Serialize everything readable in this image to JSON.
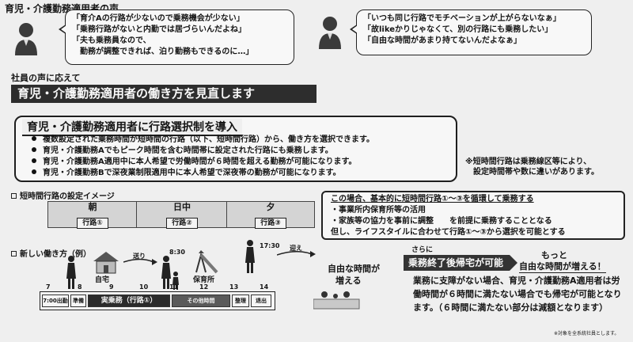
{
  "voices": {
    "title": "育児・介護勤務適用者の声",
    "left_bubble": [
      "「育介Aの行路が少ないので乗務機会が少ない」",
      "「乗務行路がないと内勤では居づらいんだよね」",
      "「夫も乗務員なので、",
      "　勤務が調整できれば、泊り勤務もできるのに…」"
    ],
    "right_bubble": [
      "「いつも同じ行路でモチベーションが上がらないなぁ」",
      "「故likeかりじゃなくて、別の行路にも乗務したい」",
      "「自由な時間があまり持てないんだよなぁ」"
    ]
  },
  "response": {
    "lead": "社員の声に応えて",
    "banner": "育児・介護勤務適用者の働き方を見直します"
  },
  "route_select": {
    "title": "育児・介護勤務適用者に行路選択制を導入",
    "bullets": [
      "複数設定された乗務時間が短時間の行路（以下、短時間行路）から、働き方を選択できます。",
      "育児・介護勤務Aでもピーク時間を含む時間帯に設定された行路にも乗務します。",
      "育児・介護勤務A適用中に本人希望で労働時間が６時間を超える勤務が可能になります。",
      "育児・介護勤務Bで深夜業制限適用中に本人希望で深夜帯の勤務が可能になります。"
    ],
    "side_note": [
      "※短時間行路は乗務線区等により、",
      "　設定時間帯や数に違いがあります。"
    ]
  },
  "short_route_image": {
    "title": "短時間行路の設定イメージ",
    "periods": [
      {
        "name": "朝",
        "route": "行路①"
      },
      {
        "name": "日中",
        "route": "行路②"
      },
      {
        "name": "夕",
        "route": "行路③"
      }
    ]
  },
  "info_box": [
    "この場合、基本的に短時間行路①～③を循環して乗務する",
    "・事業所内保育所等の活用",
    "・家族等の協力を事前に調整　　を前提に乗務することとなる",
    "但し、ライフスタイルに合わせて行路①～③から選択を可能とする"
  ],
  "new_workstyle": {
    "title": "新しい働き方（例）",
    "labels": {
      "home": "自宅",
      "nursery": "保育所",
      "send": "送り",
      "pickup": "迎え",
      "time1": "8:30",
      "time2": "17:30",
      "free_time": [
        "自由な時間が",
        "増える"
      ]
    },
    "ticks": [
      "7",
      "8",
      "9",
      "10",
      "11",
      "12",
      "13",
      "14"
    ],
    "cells": {
      "start": "7:00出勤",
      "prep": "準備",
      "work": "実乗務（行路①）",
      "other": "その他時間",
      "clean": "整理",
      "end": "退出"
    }
  },
  "further": {
    "lead": "さらに",
    "dark_bar": "乗務終了後帰宅が可能",
    "more": "もっと",
    "more_free": "自由な時間が増える！",
    "text": [
      "業務に支障がない場合、育児・介護勤務A適用者は労",
      "働時間が６時間に満たない場合でも帰宅が可能となり",
      "ます。（６時間に満たない部分は減額となります）"
    ],
    "footnote": "※対象を全系統社員とします。"
  }
}
